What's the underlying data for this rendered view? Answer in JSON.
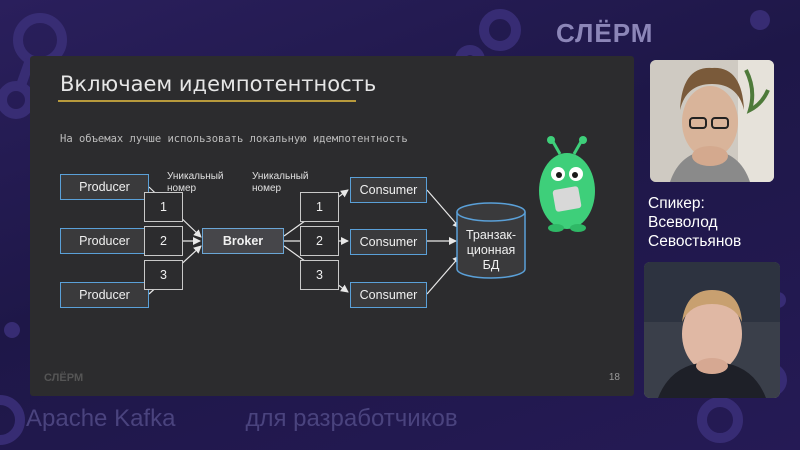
{
  "brand": "СЛЁРМ",
  "footer": {
    "left": "Apache Kafka",
    "right": "для разработчиков"
  },
  "slide": {
    "title": "Включаем идемпотентность",
    "subtitle": "На объемах лучше использовать локальную идемпотентность",
    "producers": [
      "Producer",
      "Producer",
      "Producer"
    ],
    "broker": "Broker",
    "consumers": [
      "Consumer",
      "Consumer",
      "Consumer"
    ],
    "numbers_left": [
      "1",
      "2",
      "3"
    ],
    "numbers_right": [
      "1",
      "2",
      "3"
    ],
    "caption_left": [
      "Уникальный",
      "номер"
    ],
    "caption_right": [
      "Уникальный",
      "номер"
    ],
    "db_label": [
      "Транзак-",
      "ционная",
      "БД"
    ],
    "logo": "СЛЁРМ",
    "page_number": "18"
  },
  "speaker": {
    "label": "Спикер:",
    "first_name": "Всеволод",
    "last_name": "Севостьянов"
  },
  "colors": {
    "box_border": "#5aa0d8",
    "accent_underline": "#b89a3c",
    "mascot": "#3ecf7a",
    "background": "#231a50"
  }
}
